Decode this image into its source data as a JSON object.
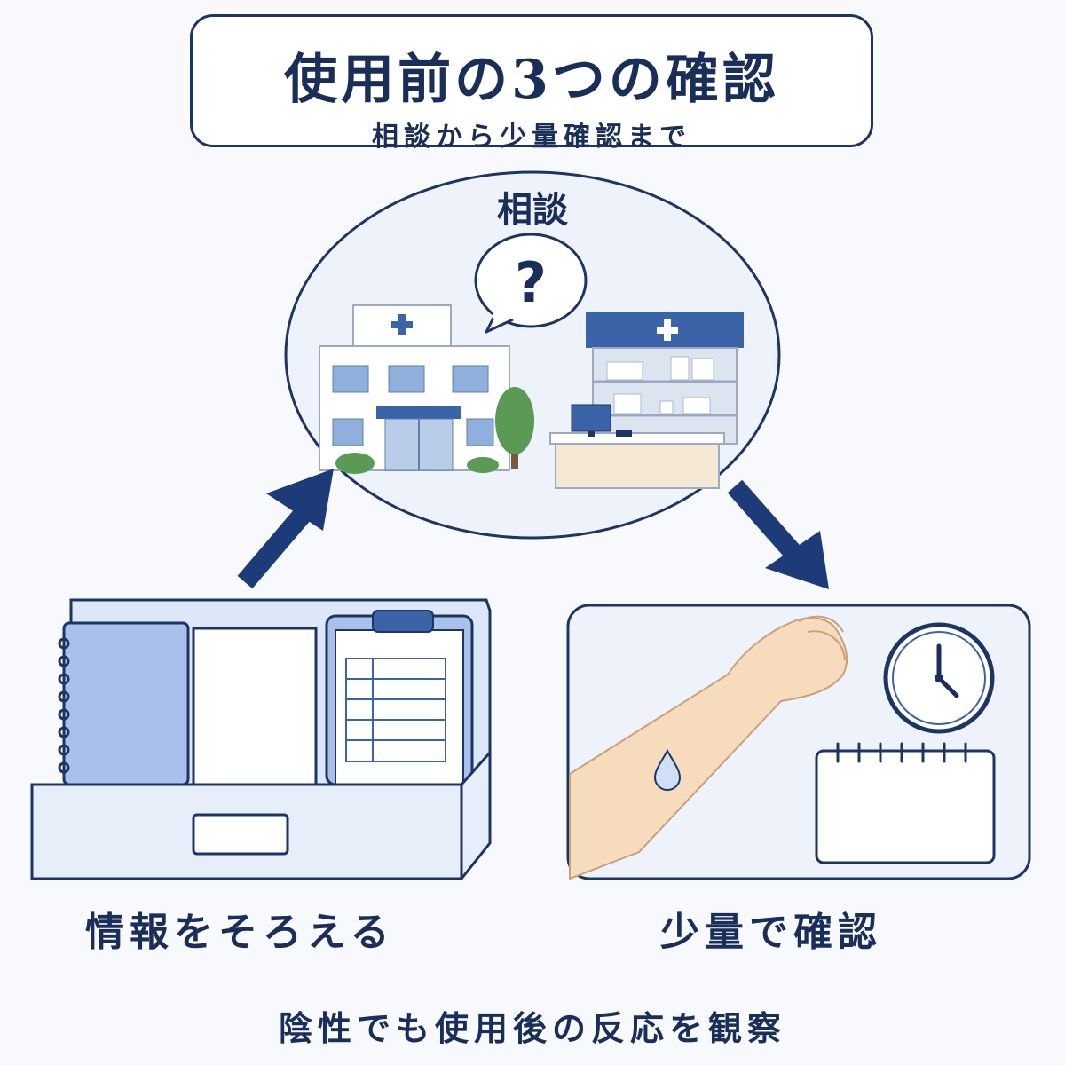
{
  "header": {
    "title": "使用前の3つの確認",
    "subtitle": "相談から少量確認まで"
  },
  "steps": {
    "consult": {
      "label": "相談",
      "bubble": "?"
    },
    "info": {
      "label": "情報をそろえる"
    },
    "test": {
      "label": "少量で確認"
    }
  },
  "footer": {
    "note": "陰性でも使用後の反応を観察"
  },
  "colors": {
    "navy": "#1a2e5a",
    "accent": "#3a63a8",
    "light_blue": "#dce7f7",
    "pale_blue": "#eef3fb"
  }
}
